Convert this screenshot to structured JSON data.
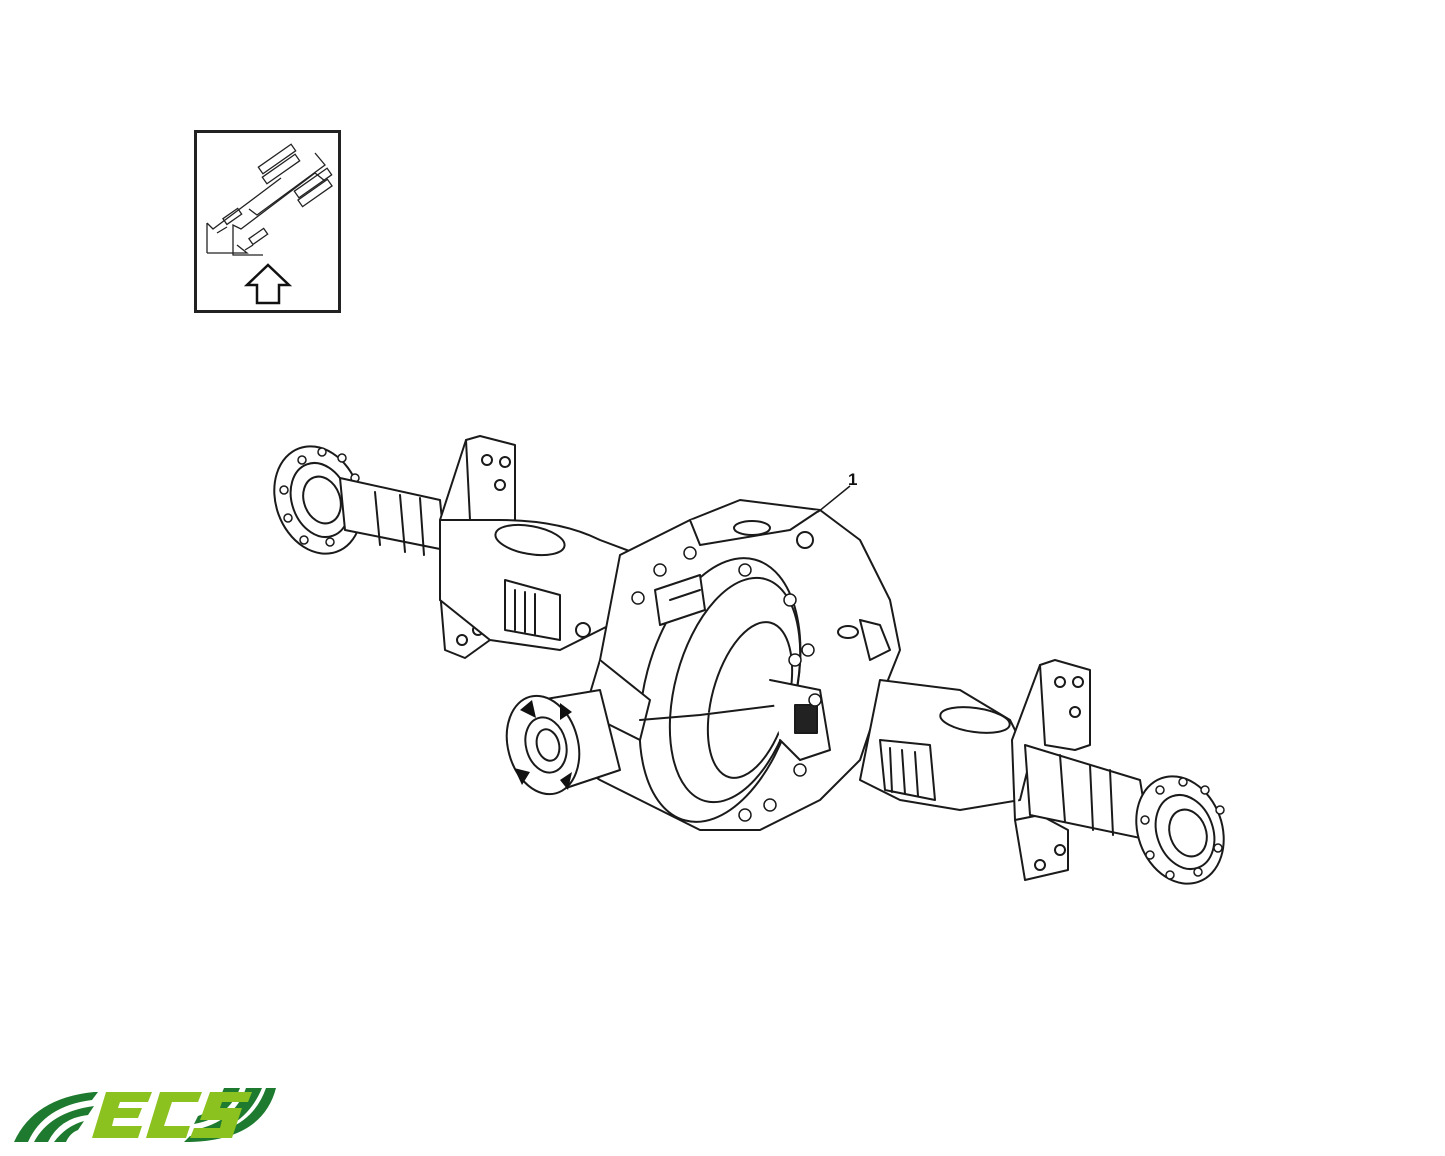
{
  "diagram": {
    "subject": "Rear axle assembly",
    "callouts": [
      {
        "number": "1",
        "label": "1"
      }
    ]
  },
  "locator_inset": {
    "icon": "vehicle-locator-icon",
    "direction_icon": "up-arrow-icon"
  },
  "logo": {
    "text": "ECS",
    "colors": {
      "dark_green": "#1e7a2e",
      "light_green": "#8cc21f"
    }
  },
  "colors": {
    "line": "#1a1a1a",
    "background": "#ffffff"
  }
}
